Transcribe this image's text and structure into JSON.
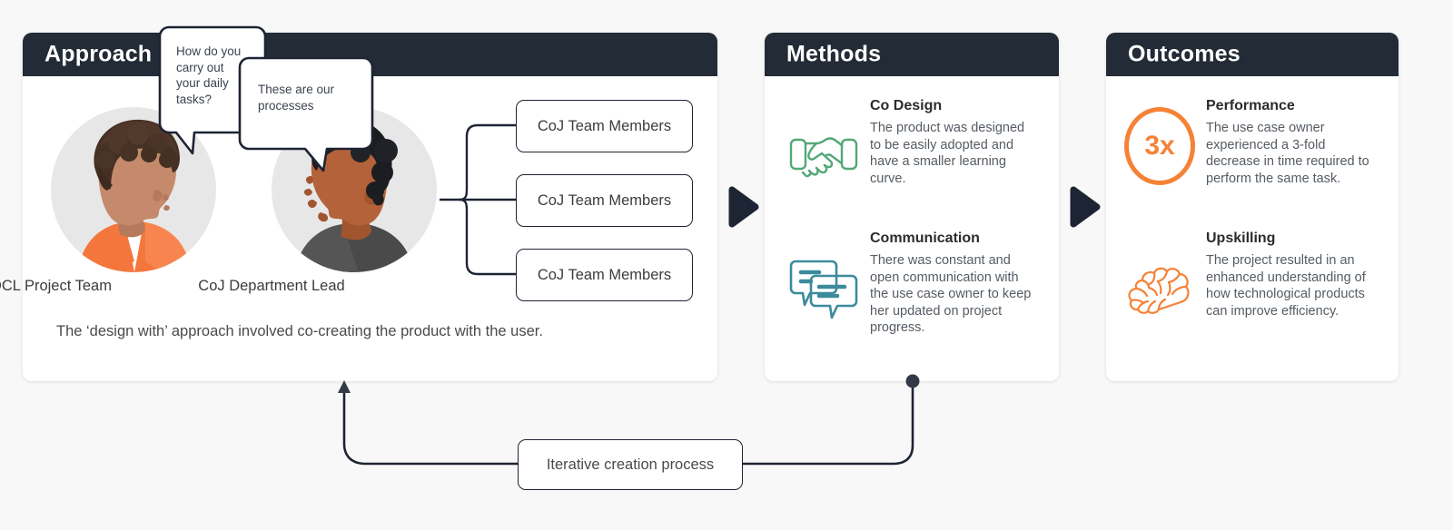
{
  "background": "#f8f8f8",
  "colors": {
    "header_dark": "#222b36",
    "stroke_dark": "#1d2433",
    "orange": "#f58236",
    "green": "#53a878",
    "teal": "#3c8b9c",
    "shirt_orange": "#f4763c",
    "shirt_gray": "#4a4a4a",
    "skin_light": "#c48a6b",
    "skin_dark": "#b4623a",
    "hair_brown": "#463024",
    "hair_black": "#1b1d21",
    "avatar_bg": "#e7e7e7"
  },
  "panels": {
    "approach": {
      "title": "Approach",
      "avatars": [
        {
          "label": "OCL Project Team",
          "icon": "person-profile-avatar"
        },
        {
          "label": "CoJ Department Lead",
          "icon": "person-profile-avatar"
        }
      ],
      "bubbles": [
        {
          "text": "How do you carry out your daily tasks?",
          "icon": "speech-bubble"
        },
        {
          "text": "These are our processes",
          "icon": "speech-bubble"
        }
      ],
      "team_boxes": [
        "CoJ Team Members",
        "CoJ Team Members",
        "CoJ Team Members"
      ],
      "caption": "The ‘design with’ approach involved co-creating the product with the user."
    },
    "methods": {
      "title": "Methods",
      "items": [
        {
          "title": "Co Design",
          "desc": "The product was designed to be easily adopted and have a smaller learning curve.",
          "icon": "handshake-icon",
          "icon_color": "#53a878"
        },
        {
          "title": "Communication",
          "desc": "There was constant and open communication with the use case owner to keep her updated on project progress.",
          "icon": "chat-bubbles-icon",
          "icon_color": "#3c8b9c"
        }
      ]
    },
    "outcomes": {
      "title": "Outcomes",
      "items": [
        {
          "title": "Performance",
          "desc": "The use case owner experienced a 3-fold decrease in time required to perform the same task.",
          "icon": "3x-badge-icon",
          "icon_label": "3x",
          "icon_color": "#f58236"
        },
        {
          "title": "Upskilling",
          "desc": "The project resulted in an enhanced understanding of how technological products can improve efficiency.",
          "icon": "brain-icon",
          "icon_color": "#f58236"
        }
      ]
    }
  },
  "flow": {
    "arrows": [
      {
        "icon": "play-arrow-right-icon",
        "from": "approach",
        "to": "methods"
      },
      {
        "icon": "play-arrow-right-icon",
        "from": "methods",
        "to": "outcomes"
      }
    ],
    "loop_label": "Iterative creation process",
    "loop_icons": {
      "start": "dot-marker-icon",
      "end": "arrow-head-up-icon"
    }
  }
}
